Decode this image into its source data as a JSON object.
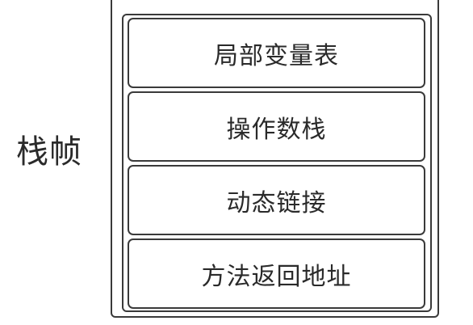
{
  "frame_label": "栈帧",
  "slots": [
    {
      "label": "局部变量表"
    },
    {
      "label": "操作数栈"
    },
    {
      "label": "动态链接"
    },
    {
      "label": "方法返回地址"
    }
  ]
}
